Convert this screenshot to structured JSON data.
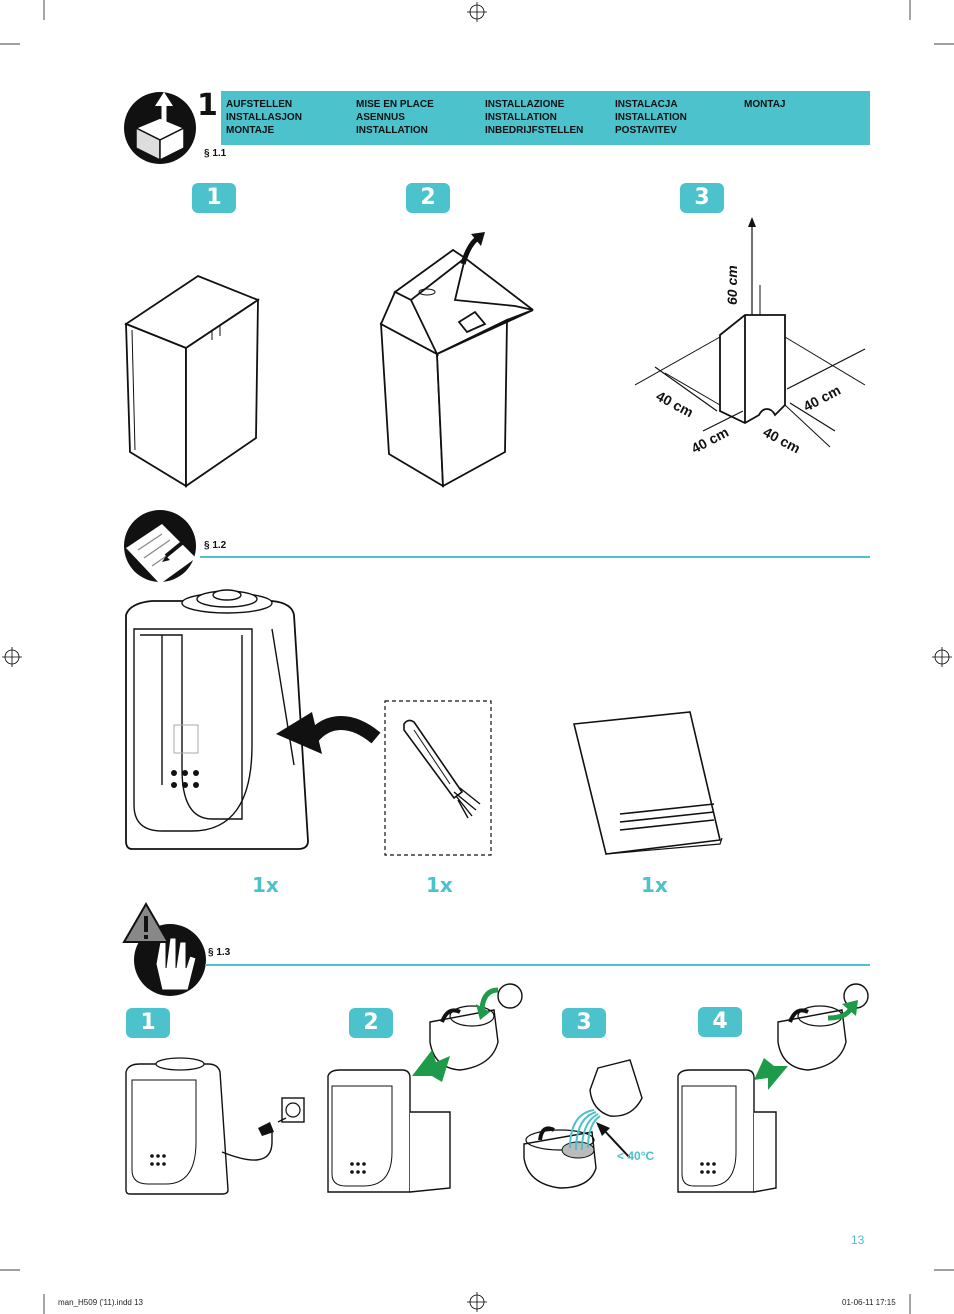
{
  "section": {
    "number": "1",
    "headings": [
      [
        "AUFSTELLEN",
        "INSTALLASJON",
        "MONTAJE"
      ],
      [
        "MISE EN PLACE",
        "ASENNUS",
        "INSTALLATION"
      ],
      [
        "INSTALLAZIONE",
        "INSTALLATION",
        "INBEDRIJFSTELLEN"
      ],
      [
        "INSTALACJA",
        "INSTALLATION",
        "POSTAVITEV"
      ],
      [
        "MONTAJ"
      ]
    ]
  },
  "subsections": {
    "s1": "§ 1.1",
    "s2": "§ 1.2",
    "s3": "§ 1.3"
  },
  "steps_1_1": [
    "1",
    "2",
    "3"
  ],
  "dimensions": {
    "height": "60 cm",
    "front_left": "40 cm",
    "front_right": "40 cm",
    "back_left": "40 cm",
    "back_right": "40 cm"
  },
  "quantities": [
    "1x",
    "1x",
    "1x"
  ],
  "steps_1_3": [
    "1",
    "2",
    "3",
    "4"
  ],
  "water_temperature": "< 40°C",
  "page_number": "13",
  "footer": {
    "file": "man_H509 ('11).indd   13",
    "date": "01-06-11   17:15"
  },
  "colors": {
    "accent": "#4cc2cc",
    "arrow_green": "#1e9b4a"
  }
}
